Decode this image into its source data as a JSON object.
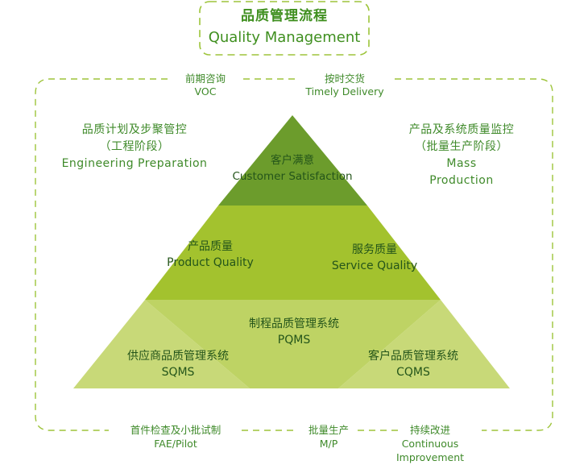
{
  "title": {
    "cn": "品质管理流程",
    "en": "Quality Management"
  },
  "top_labels": {
    "voc": {
      "cn": "前期咨询",
      "en": "VOC"
    },
    "delivery": {
      "cn": "按时交货",
      "en": "Timely Delivery"
    }
  },
  "side_labels": {
    "engineering": {
      "line1": "品质计划及步聚管控",
      "line2": "（工程阶段）",
      "line3": "Engineering Preparation"
    },
    "mass": {
      "line1": "产品及系统质量监控",
      "line2": "（批量生产阶段）",
      "line3": "Mass",
      "line4": "Production"
    }
  },
  "pyramid": {
    "top": {
      "cn": "客户满意",
      "en": "Customer Satisfaction"
    },
    "product": {
      "cn": "产品质量",
      "en": "Product Quality"
    },
    "service": {
      "cn": "服务质量",
      "en": "Service Quality"
    },
    "pqms": {
      "cn": "制程品质管理系统",
      "en": "PQMS"
    },
    "sqms": {
      "cn": "供应商品质管理系统",
      "en": "SQMS"
    },
    "cqms": {
      "cn": "客户品质管理系统",
      "en": "CQMS"
    }
  },
  "bottom_labels": {
    "fae": {
      "cn": "首件检查及小批试制",
      "en": "FAE/Pilot"
    },
    "mp": {
      "cn": "批量生产",
      "en": "M/P"
    },
    "ci": {
      "cn": "持续改进",
      "en": "Continuous",
      "en2": "Improvement"
    }
  },
  "colors": {
    "top_tier": "#6e9e2d",
    "middle_tier": "#a7c52f",
    "bottom_side": "#c8d978",
    "bottom_center": "#c1d56a",
    "dashed": "#9dc43a"
  }
}
